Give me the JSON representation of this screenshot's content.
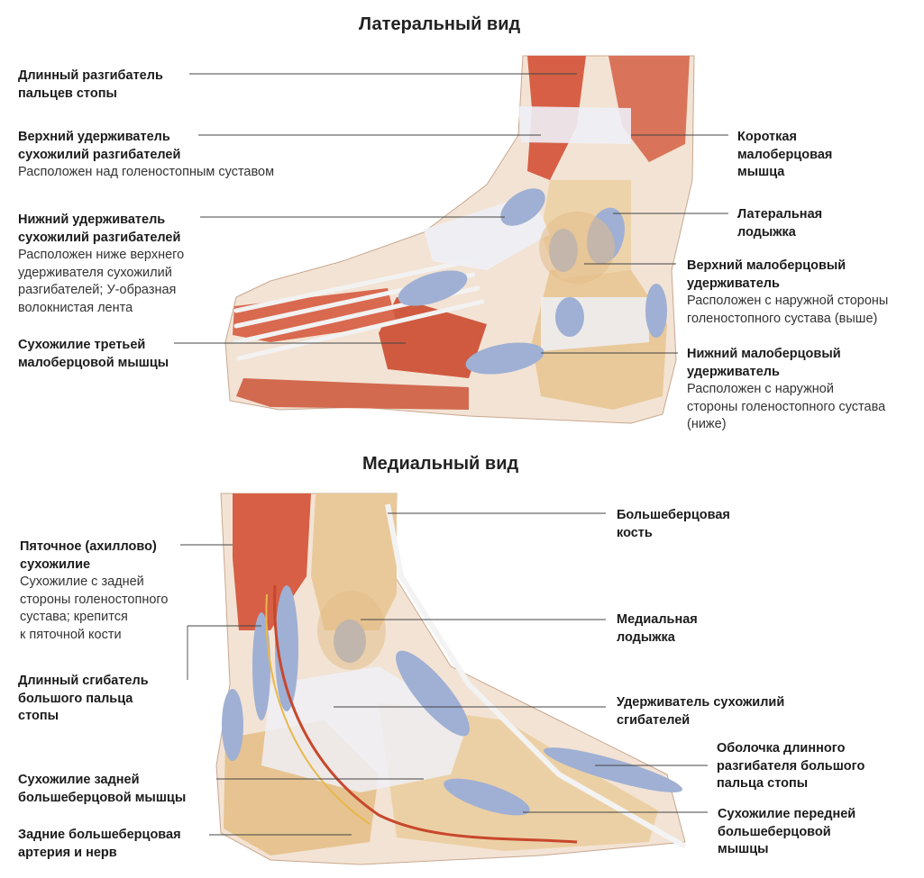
{
  "lateral": {
    "title": "Латеральный вид",
    "labels": [
      {
        "id": "l1",
        "bold": [
          "Длинный разгибатель",
          "пальцев стопы"
        ],
        "desc": []
      },
      {
        "id": "l2",
        "bold": [
          "Верхний удерживатель",
          "сухожилий разгибателей"
        ],
        "desc": [
          "Расположен над голеностопным суставом"
        ]
      },
      {
        "id": "l3",
        "bold": [
          "Нижний удерживатель",
          "сухожилий разгибателей"
        ],
        "desc": [
          "Расположен ниже верхнего",
          "удерживателя сухожилий",
          "разгибателей; У-образная",
          "волокнистая лента"
        ]
      },
      {
        "id": "l4",
        "bold": [
          "Сухожилие третьей",
          "малоберцовой мышцы"
        ],
        "desc": []
      },
      {
        "id": "r1",
        "bold": [
          "Короткая",
          "малоберцовая",
          "мышца"
        ],
        "desc": []
      },
      {
        "id": "r2",
        "bold": [
          "Латеральная",
          "лодыжка"
        ],
        "desc": []
      },
      {
        "id": "r3",
        "bold": [
          "Верхний малоберцовый",
          "удерживатель"
        ],
        "desc": [
          "Расположен с наружной стороны",
          "голеностопного сустава (выше)"
        ]
      },
      {
        "id": "r4",
        "bold": [
          "Нижний малоберцовый",
          "удерживатель"
        ],
        "desc": [
          "Расположен с наружной",
          "стороны голеностопного сустава",
          "(ниже)"
        ]
      }
    ]
  },
  "medial": {
    "title": "Медиальный вид",
    "labels": [
      {
        "id": "m1",
        "bold": [
          "Пяточное (ахиллово)",
          "сухожилие"
        ],
        "desc": [
          "Сухожилие с задней",
          "стороны голеностопного",
          "сустава; крепится",
          "к пяточной кости"
        ]
      },
      {
        "id": "m2",
        "bold": [
          "Длинный сгибатель",
          "большого пальца",
          "стопы"
        ],
        "desc": []
      },
      {
        "id": "m3",
        "bold": [
          "Сухожилие задней",
          "большеберцовой мышцы"
        ],
        "desc": []
      },
      {
        "id": "m4",
        "bold": [
          "Задние большеберцовая",
          "артерия и нерв"
        ],
        "desc": []
      },
      {
        "id": "n1",
        "bold": [
          "Большеберцовая",
          "кость"
        ],
        "desc": []
      },
      {
        "id": "n2",
        "bold": [
          "Медиальная",
          "лодыжка"
        ],
        "desc": []
      },
      {
        "id": "n3",
        "bold": [
          "Удерживатель сухожилий",
          "сгибателей"
        ],
        "desc": []
      },
      {
        "id": "n4",
        "bold": [
          "Оболочка длинного",
          "разгибателя большого",
          "пальца стопы"
        ],
        "desc": []
      },
      {
        "id": "n5",
        "bold": [
          "Сухожилие передней",
          "большеберцовой",
          "мышцы"
        ],
        "desc": []
      }
    ]
  },
  "colors": {
    "muscle": "#d65f45",
    "tendon_blue": "#9fb0d4",
    "bone": "#e9c99a",
    "ligament": "#eef0f6",
    "leader_line": "#444444"
  }
}
